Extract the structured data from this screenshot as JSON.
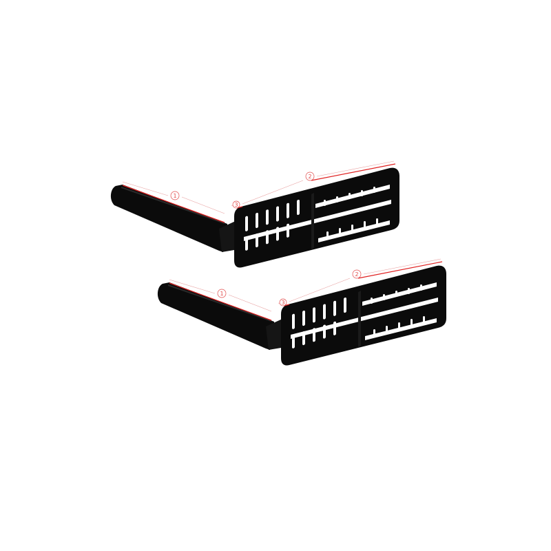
{
  "colors": {
    "part_fill": "#0b0b0b",
    "part_edge": "#2a2a2a",
    "accent_line": "#e02020",
    "leader_line": "#e8a0a0",
    "background": "#ffffff"
  },
  "parts": [
    {
      "name": "upper-bracket",
      "callouts": [
        "1",
        "2",
        "3"
      ]
    },
    {
      "name": "lower-bracket",
      "callouts": [
        "1",
        "2",
        "3"
      ]
    }
  ]
}
